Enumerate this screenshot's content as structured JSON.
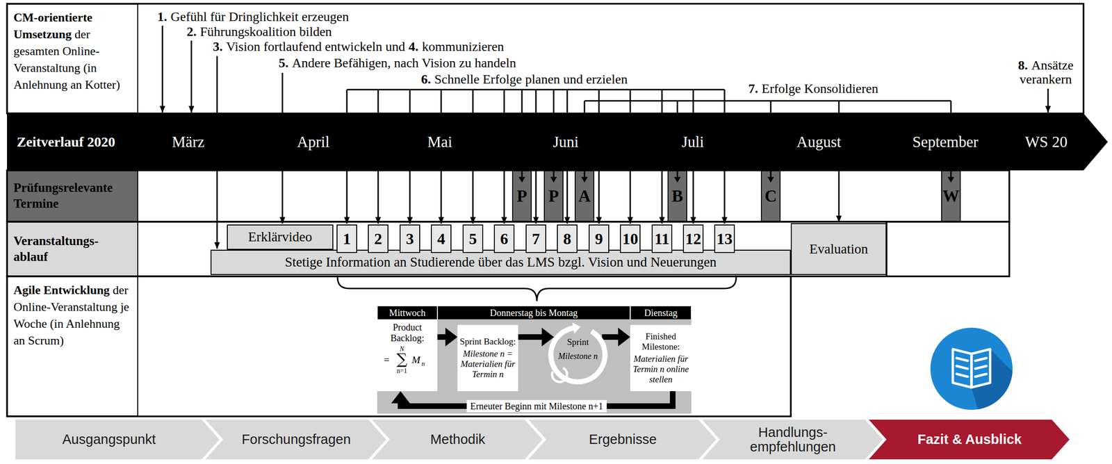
{
  "diagram": {
    "nodes": [
      {
        "text": [
          "CM-orientierte Umsetzung",
          "der gesamten Online-Veranstaltung (in Anlehnung an Kotter)"
        ]
      },
      {
        "text": [
          "Zeitverlauf 2020",
          "März",
          "April",
          "Mai",
          "Juni",
          "Juli",
          "August",
          "September",
          "WS 20"
        ]
      },
      {
        "text": [
          "Prüfungsrelevante Termine"
        ]
      },
      {
        "text": [
          "P"
        ]
      },
      {
        "text": [
          "P"
        ]
      },
      {
        "text": [
          "A"
        ]
      },
      {
        "text": [
          "B"
        ]
      },
      {
        "text": [
          "C"
        ]
      },
      {
        "text": [
          "W"
        ]
      },
      {
        "text": [
          "Veranstaltungs- ablauf"
        ]
      },
      {
        "text": [
          "Erklärvideo"
        ]
      },
      {
        "text": [
          "1"
        ]
      },
      {
        "text": [
          "2"
        ]
      },
      {
        "text": [
          "3"
        ]
      },
      {
        "text": [
          "4"
        ]
      },
      {
        "text": [
          "5"
        ]
      },
      {
        "text": [
          "6"
        ]
      },
      {
        "text": [
          "7"
        ]
      },
      {
        "text": [
          "8"
        ]
      },
      {
        "text": [
          "9"
        ]
      },
      {
        "text": [
          "10"
        ]
      },
      {
        "text": [
          "11"
        ]
      },
      {
        "text": [
          "12"
        ]
      },
      {
        "text": [
          "13"
        ]
      },
      {
        "text": [
          "Stetige Information an Studierende über das LMS bzgl. Vision und Neuerungen"
        ]
      },
      {
        "text": [
          "Evaluation"
        ]
      },
      {
        "text": [
          "Agile Entwicklung",
          "der Online-Veranstaltung je Woche (in Anlehnung an Scrum)"
        ]
      },
      {
        "text": [
          "Mittwoch"
        ]
      },
      {
        "text": [
          "Donnerstag bis Montag"
        ]
      },
      {
        "text": [
          "Dienstag"
        ]
      },
      {
        "text": [
          "Product Backlog:",
          "=",
          "N",
          "∑",
          "n=1",
          "M",
          "n"
        ]
      },
      {
        "text": [
          "Sprint Backlog:",
          "Milestone n = Materialien für Termin n"
        ]
      },
      {
        "text": [
          "Sprint",
          "Milestone n"
        ]
      },
      {
        "text": [
          "Finished Milestone:",
          "Materialien für Termin n online stellen"
        ]
      },
      {
        "text": [
          "Ausgangspunkt"
        ]
      },
      {
        "text": [
          "Forschungsfragen"
        ]
      },
      {
        "text": [
          "Methodik"
        ]
      },
      {
        "text": [
          "Ergebnisse"
        ]
      },
      {
        "text": [
          "Handlungs- empfehlungen"
        ]
      },
      {
        "text": [
          "Fazit & Ausblick"
        ]
      }
    ],
    "edges": [
      {
        "from": 30,
        "to": 31,
        "arrow": "to"
      },
      {
        "from": 31,
        "to": 32,
        "arrow": "to"
      },
      {
        "from": 32,
        "to": 33,
        "arrow": "to"
      },
      {
        "from": 33,
        "to": 30,
        "arrow": "to",
        "label": "Erneuter Beginn mit Milestone n+1"
      }
    ],
    "labels": [
      "1.",
      "Gefühl für Dringlichkeit erzeugen",
      "2.",
      "Führungskoalition bilden",
      "3.",
      "Vision fortlaufend entwickeln und",
      "4.",
      "kommunizieren",
      "5.",
      "Andere Befähigen, nach Vision zu handeln",
      "6.",
      "Schnelle Erfolge planen und erzielen",
      "7.",
      "Erfolge Konsolidieren",
      "8.",
      "Ansätze verankern"
    ]
  }
}
